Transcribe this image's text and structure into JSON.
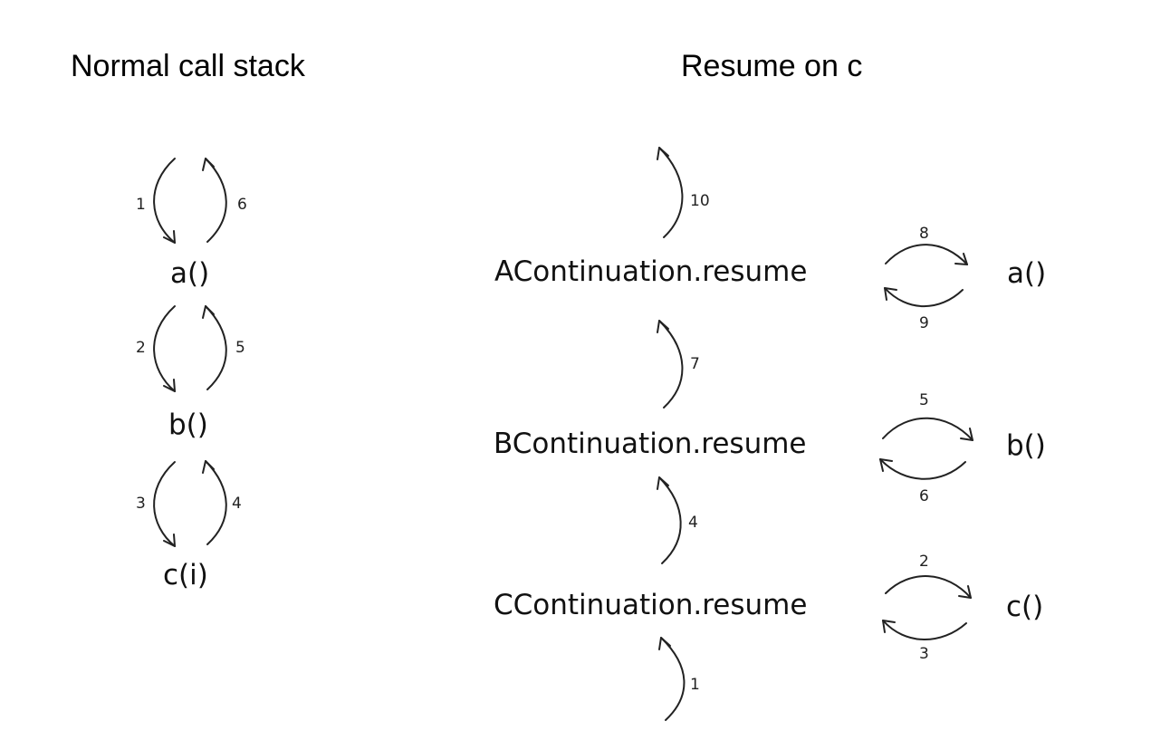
{
  "left": {
    "title": "Normal call stack",
    "functions": [
      "a()",
      "b()",
      "c(i)"
    ],
    "steps": [
      "1",
      "6",
      "2",
      "5",
      "3",
      "4"
    ]
  },
  "right": {
    "title": "Resume on c",
    "continuations": [
      "AContinuation.resume",
      "BContinuation.resume",
      "CContinuation.resume"
    ],
    "functions": [
      "a()",
      "b()",
      "c()"
    ],
    "vertical_steps": [
      "10",
      "7",
      "4",
      "1"
    ],
    "call_steps": [
      "8",
      "5",
      "2"
    ],
    "return_steps": [
      "9",
      "6",
      "3"
    ]
  }
}
